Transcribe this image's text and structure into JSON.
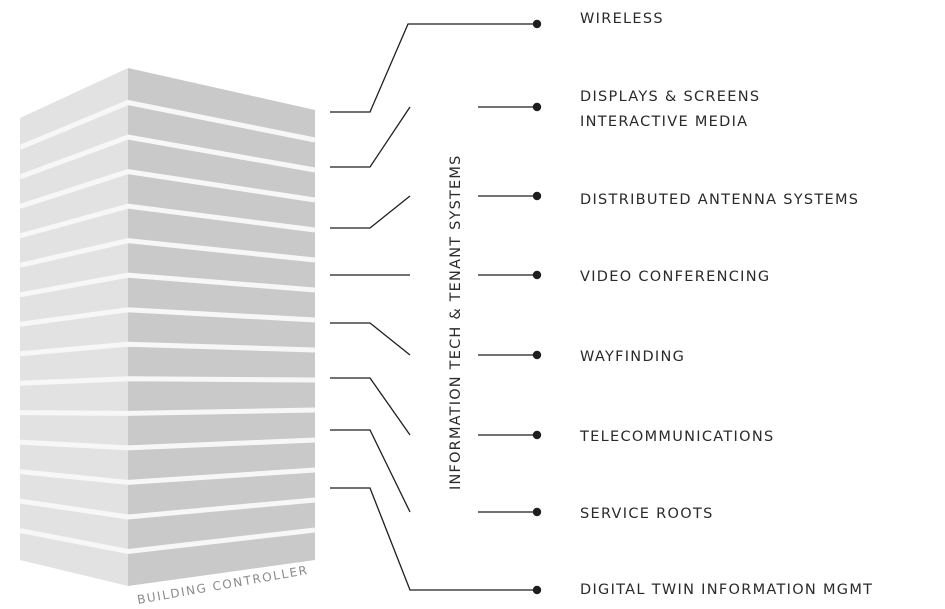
{
  "building": {
    "label": "BUILDING CONTROLLER",
    "floor_count": 15,
    "colors": {
      "front": "#c9c9c9",
      "side": "#e2e2e2",
      "stripe": "#f7f7f7"
    }
  },
  "category": {
    "label": "INFORMATION TECH & TENANT SYSTEMS"
  },
  "systems": [
    {
      "lines": [
        "WIRELESS"
      ]
    },
    {
      "lines": [
        "DISPLAYS & SCREENS",
        "INTERACTIVE MEDIA"
      ]
    },
    {
      "lines": [
        "DISTRIBUTED ANTENNA SYSTEMS"
      ]
    },
    {
      "lines": [
        "VIDEO CONFERENCING"
      ]
    },
    {
      "lines": [
        "WAYFINDING"
      ]
    },
    {
      "lines": [
        "TELECOMMUNICATIONS"
      ]
    },
    {
      "lines": [
        "SERVICE ROOTS"
      ]
    },
    {
      "lines": [
        "DIGITAL TWIN INFORMATION MGMT"
      ]
    }
  ]
}
